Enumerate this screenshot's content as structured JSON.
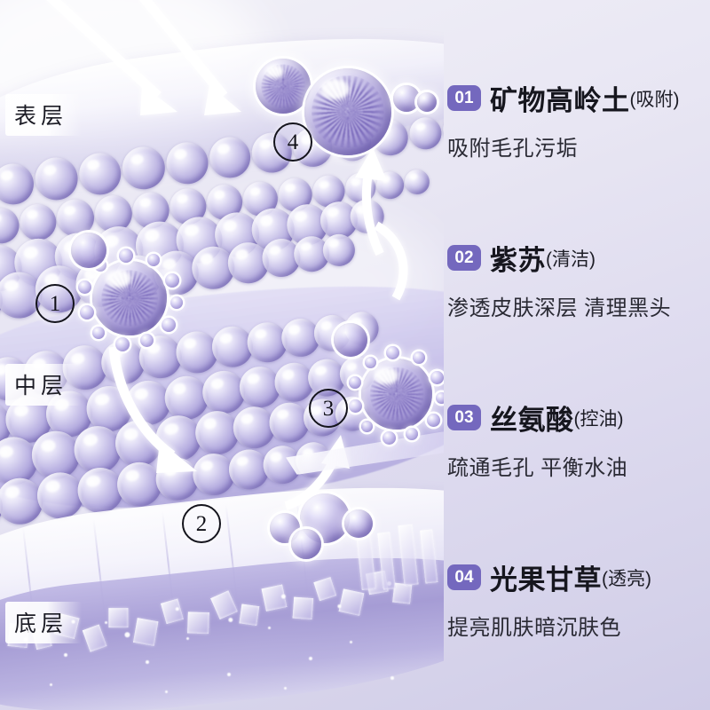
{
  "layer_labels": [
    {
      "name": "surface-layer",
      "text": "表层"
    },
    {
      "name": "middle-layer",
      "text": "中层"
    },
    {
      "name": "bottom-layer",
      "text": "底层"
    }
  ],
  "step_markers": [
    {
      "label": "4"
    },
    {
      "label": "1"
    },
    {
      "label": "3"
    },
    {
      "label": "2"
    }
  ],
  "ingredients": [
    {
      "number": "01",
      "name": "矿物高岭土",
      "function": "(吸附)",
      "description": "吸附毛孔污垢"
    },
    {
      "number": "02",
      "name": "紫苏",
      "function": "(清洁)",
      "description": "渗透皮肤深层 清理黑头"
    },
    {
      "number": "03",
      "name": "丝氨酸",
      "function": "(控油)",
      "description": "疏通毛孔 平衡水油"
    },
    {
      "number": "04",
      "name": "光果甘草",
      "function": "(透亮)",
      "description": "提亮肌肤暗沉肤色"
    }
  ],
  "colors": {
    "badge_purple": "#7468BE",
    "background_light": "#F2F1F8",
    "background_deep": "#CFCCE7",
    "molecule_purple": "#7C6CBE",
    "text_dark": "#16161E"
  }
}
